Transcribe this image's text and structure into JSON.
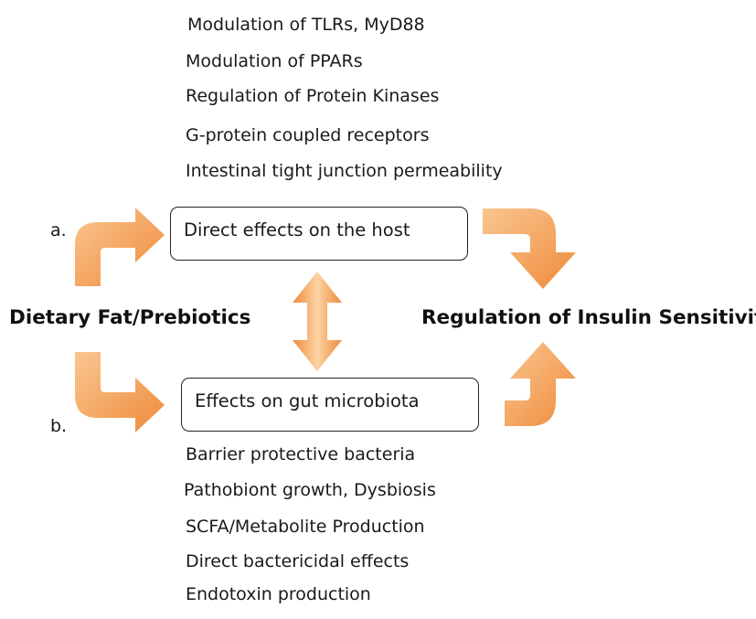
{
  "host_effects": [
    "Modulation of TLRs, MyD88",
    "Modulation of PPARs",
    "Regulation of Protein Kinases",
    "G-protein coupled receptors",
    "Intestinal tight junction permeability"
  ],
  "microbiota_effects": [
    "Barrier protective bacteria",
    "Pathobiont growth, Dysbiosis",
    "SCFA/Metabolite Production",
    "Direct bactericidal effects",
    "Endotoxin production"
  ],
  "nodes": {
    "source": "Dietary Fat/Prebiotics",
    "target": "Regulation of Insulin Sensitivity",
    "box_a": "Direct effects on the host",
    "box_b": "Effects on gut microbiota"
  },
  "pathway_labels": {
    "a": "a.",
    "b": "b."
  },
  "colors": {
    "arrow_light": "#fbd3a3",
    "arrow_mid": "#f5a55a",
    "arrow_dark": "#ef8a3a",
    "border": "#222222",
    "text": "#1a1a1a"
  }
}
